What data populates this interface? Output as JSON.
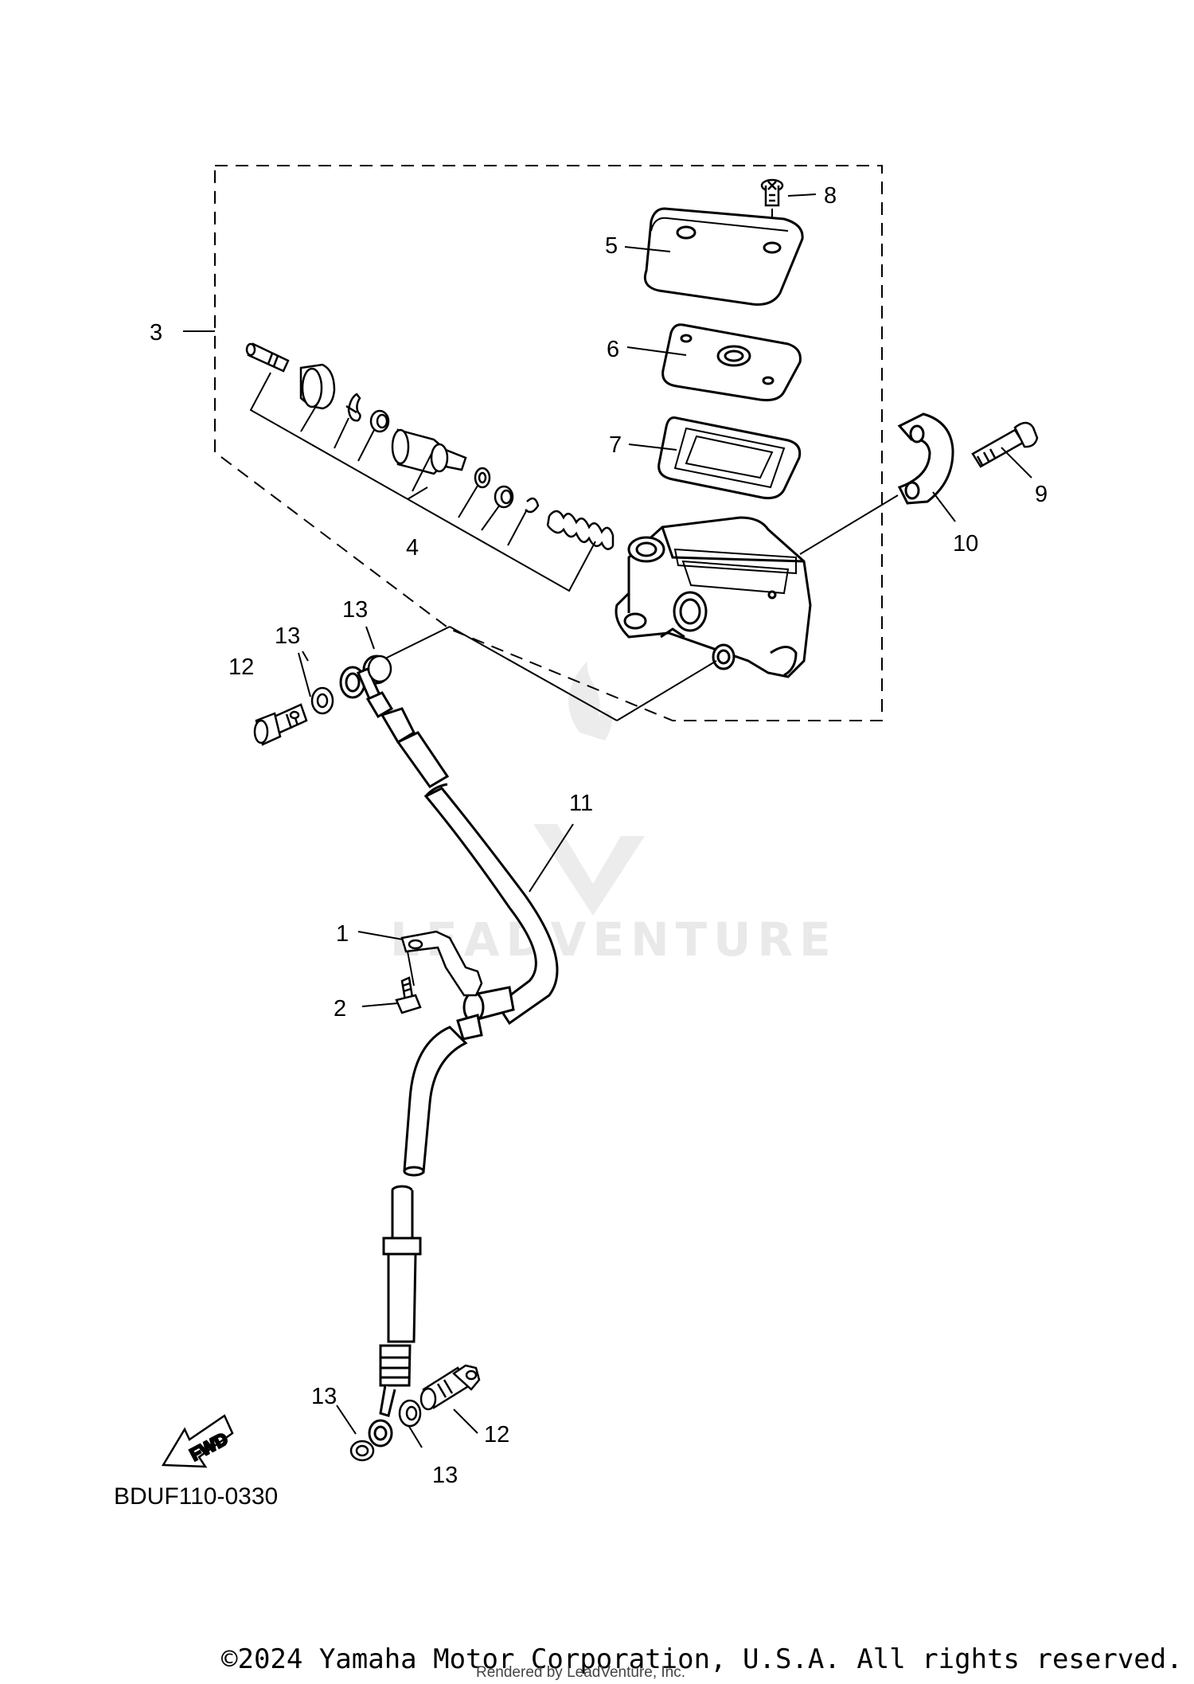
{
  "diagram": {
    "callouts": [
      {
        "id": "c1",
        "text": "1"
      },
      {
        "id": "c2",
        "text": "2"
      },
      {
        "id": "c3",
        "text": "3"
      },
      {
        "id": "c4",
        "text": "4"
      },
      {
        "id": "c5",
        "text": "5"
      },
      {
        "id": "c6",
        "text": "6"
      },
      {
        "id": "c7",
        "text": "7"
      },
      {
        "id": "c8",
        "text": "8"
      },
      {
        "id": "c9",
        "text": "9"
      },
      {
        "id": "c10",
        "text": "10"
      },
      {
        "id": "c11",
        "text": "11"
      },
      {
        "id": "c12a",
        "text": "12"
      },
      {
        "id": "c12b",
        "text": "12"
      },
      {
        "id": "c13a",
        "text": "13"
      },
      {
        "id": "c13b",
        "text": "13"
      },
      {
        "id": "c13c",
        "text": "13"
      },
      {
        "id": "c13d",
        "text": "13"
      }
    ],
    "diagram_code": "BDUF110-0330",
    "fwd_label": "FWD"
  },
  "watermark": {
    "brand": "LEADVENTURE"
  },
  "footer": {
    "copyright": "©2024 Yamaha Motor Corporation, U.S.A. All rights reserved.",
    "rendered_by": "Rendered by LeadVenture, Inc."
  }
}
